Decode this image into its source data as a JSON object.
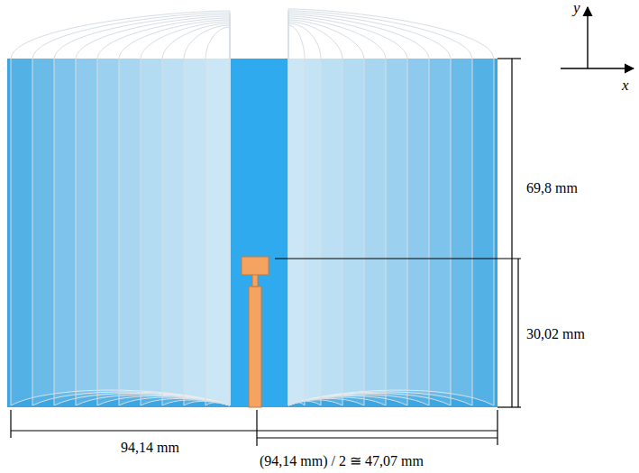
{
  "diagram": {
    "labels": [
      "y",
      "x",
      "69,8 mm",
      "30,02 mm",
      "94,14 mm",
      "(94,14 mm) / 2 ≅ 47,07 mm"
    ]
  }
}
